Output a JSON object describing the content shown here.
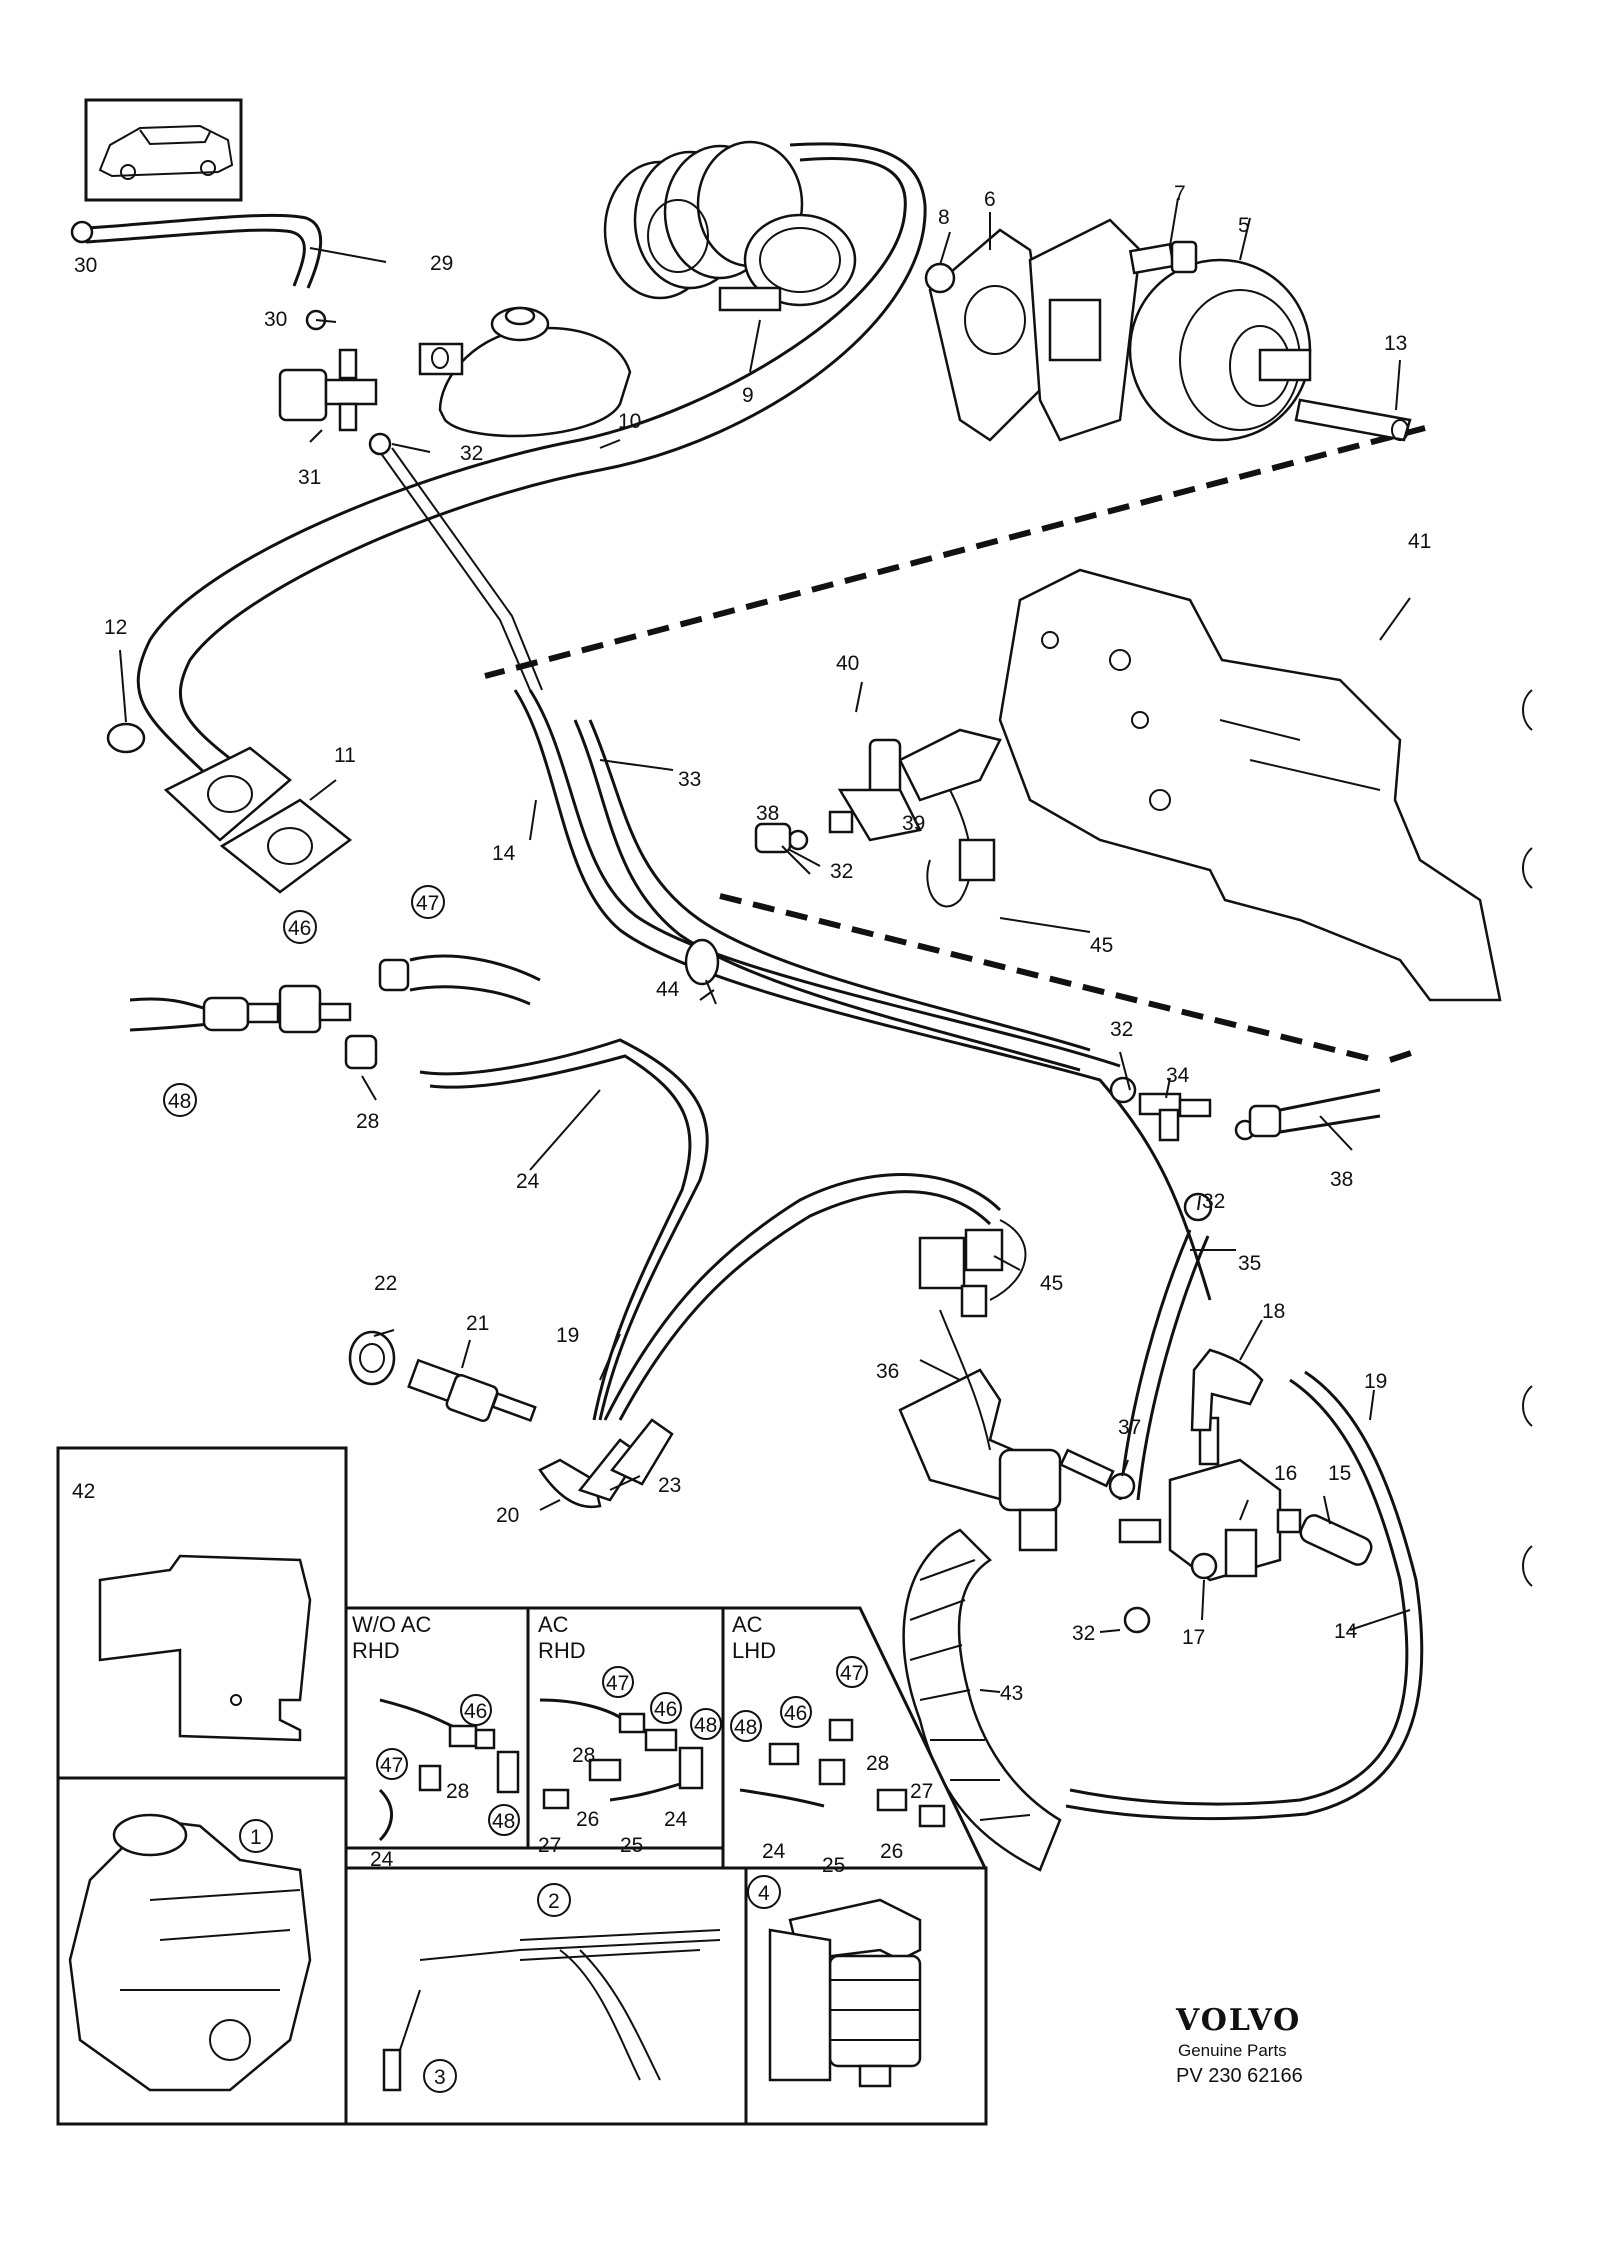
{
  "callouts": {
    "c30a": "30",
    "c30b": "30",
    "c29": "29",
    "c31": "31",
    "c32a": "32",
    "c10": "10",
    "c8": "8",
    "c6": "6",
    "c7": "7",
    "c5": "5",
    "c9": "9",
    "c13": "13",
    "c41": "41",
    "c12": "12",
    "c11": "11",
    "c40": "40",
    "c33": "33",
    "c14a": "14",
    "c38a": "38",
    "c39": "39",
    "c32b": "32",
    "c45a": "45",
    "c46a": "46",
    "c47a": "47",
    "c44": "44",
    "c48a": "48",
    "c28a": "28",
    "c24a": "24",
    "c32c": "32",
    "c34": "34",
    "c32d": "32",
    "c38b": "38",
    "c35": "35",
    "c45b": "45",
    "c22": "22",
    "c21": "21",
    "c19a": "19",
    "c36": "36",
    "c18": "18",
    "c19b": "19",
    "c37": "37",
    "c16": "16",
    "c15": "15",
    "c23": "23",
    "c20": "20",
    "c17": "17",
    "c14b": "14",
    "c32e": "32",
    "c43": "43",
    "c42": "42",
    "i47a": "47",
    "i46a": "46",
    "i28a": "28",
    "i48a": "48",
    "i24a": "24",
    "i47b": "47",
    "i46b": "46",
    "i48b": "48",
    "i28b": "28",
    "i26b": "26",
    "i24b": "24",
    "i27b": "27",
    "i25b": "25",
    "i47c": "47",
    "i48c": "48",
    "i46c": "46",
    "i28c": "28",
    "i27c": "27",
    "i24c": "24",
    "i25c": "25",
    "i26c": "26",
    "c1": "1",
    "c2": "2",
    "c3": "3",
    "c4": "4"
  },
  "insets": {
    "wo_ac_rhd": [
      "W/O AC",
      "RHD"
    ],
    "ac_rhd": [
      "AC",
      "RHD"
    ],
    "ac_lhd": [
      "AC",
      "LHD"
    ]
  },
  "brand": {
    "logo": "VOLVO",
    "subtitle": "Genuine Parts",
    "code": "PV 230 62166"
  }
}
